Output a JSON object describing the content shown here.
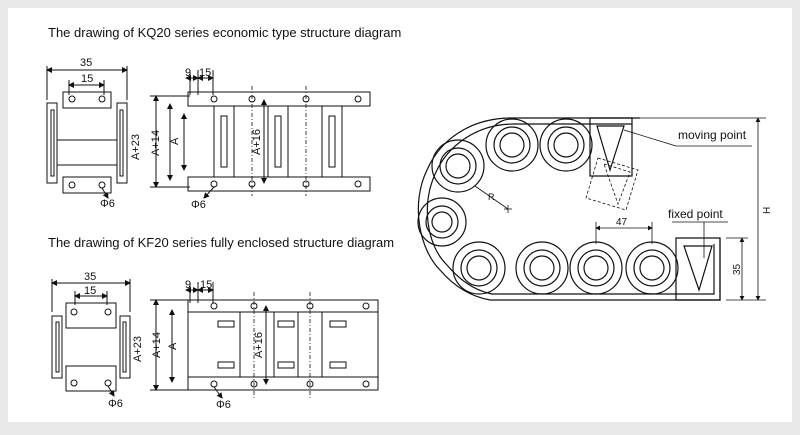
{
  "titles": {
    "kq20": "The drawing of KQ20 series economic type structure diagram",
    "kf20": "The drawing of KF20 series fully enclosed structure diagram"
  },
  "dims": {
    "d35": "35",
    "d15": "15",
    "d9": "9",
    "phi6": "Φ6",
    "a23": "A+23",
    "a14": "A+14",
    "a": "A",
    "a16": "A+16",
    "pitch47": "47",
    "r": "R",
    "h": "H"
  },
  "labels": {
    "moving_point": "moving point",
    "fixed_point": "fixed point"
  },
  "colors": {
    "ink": "#111111",
    "panel": "#ffffff",
    "background": "#e9e9e9"
  }
}
